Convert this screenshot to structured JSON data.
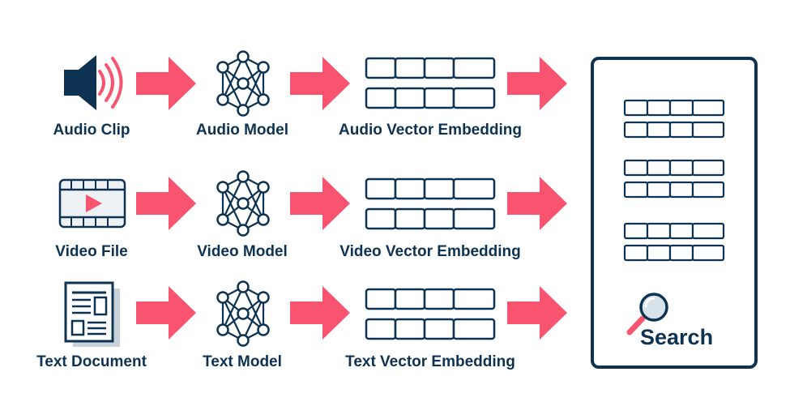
{
  "colors": {
    "navy": "#0e3352",
    "arrow": "#f9546f",
    "icon_bg": "#eef1f4"
  },
  "rows": [
    {
      "source_label": "Audio Clip",
      "model_label": "Audio Model",
      "embedding_label": "Audio Vector Embedding",
      "source_icon": "speaker-icon"
    },
    {
      "source_label": "Video File",
      "model_label": "Video Model",
      "embedding_label": "Video Vector Embedding",
      "source_icon": "video-film-icon"
    },
    {
      "source_label": "Text Document",
      "model_label": "Text Model",
      "embedding_label": "Text Vector Embedding",
      "source_icon": "document-icon"
    }
  ],
  "search": {
    "label": "Search",
    "icon": "magnifier-icon"
  }
}
